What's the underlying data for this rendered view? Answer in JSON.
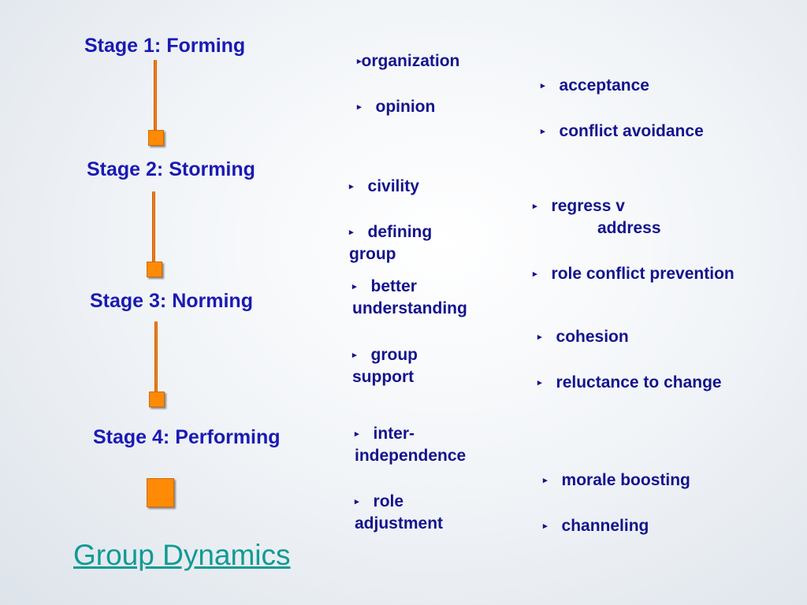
{
  "stages": [
    "Stage 1: Forming",
    "Stage 2: Storming",
    "Stage 3: Norming",
    "Stage 4: Performing"
  ],
  "traits": {
    "forming": [
      "organization",
      "opinion"
    ],
    "storming": [
      "civility",
      "defining",
      "group"
    ],
    "norming": [
      "better",
      "understanding",
      "group",
      "support"
    ],
    "performing": [
      "inter-",
      "independence",
      "role",
      "adjustment"
    ]
  },
  "outcomes": {
    "forming": [
      "acceptance",
      "conflict avoidance"
    ],
    "storming": [
      "regress v",
      "address",
      "role conflict prevention"
    ],
    "norming": [
      "cohesion",
      "reluctance to change"
    ],
    "performing": [
      "morale boosting",
      "channeling"
    ]
  },
  "bullet_glyph": "▸",
  "footer_link": "Group Dynamics",
  "colors": {
    "stage_text": "#1a1ab4",
    "item_text": "#14148c",
    "marker": "#ff8a05",
    "link": "#0f9b95"
  }
}
